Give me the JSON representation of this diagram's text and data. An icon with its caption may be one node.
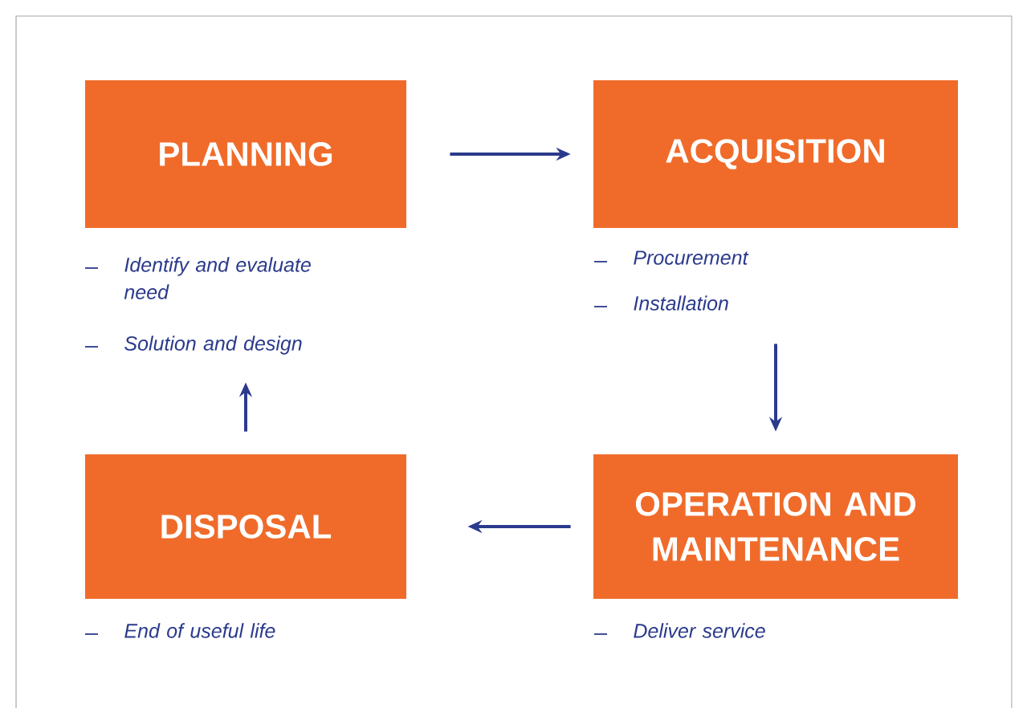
{
  "diagram": {
    "nodes": [
      {
        "text": [
          "PLANNING"
        ],
        "beside": [
          "Identify and evaluate need",
          "Solution and design"
        ]
      },
      {
        "text": [
          "ACQUISITION"
        ],
        "beside": [
          "Procurement",
          "Installation"
        ]
      },
      {
        "text": [
          "DISPOSAL"
        ],
        "beside": [
          "End of useful life"
        ]
      },
      {
        "text": [
          "OPERATION AND MAINTENANCE"
        ],
        "beside": [
          "Deliver service"
        ]
      }
    ],
    "edges": [
      {
        "from": 0,
        "to": 1,
        "arrow": "to"
      },
      {
        "from": 1,
        "to": 3,
        "arrow": "to"
      },
      {
        "from": 3,
        "to": 2,
        "arrow": "to"
      },
      {
        "from": 2,
        "to": 0,
        "arrow": "to"
      }
    ]
  }
}
